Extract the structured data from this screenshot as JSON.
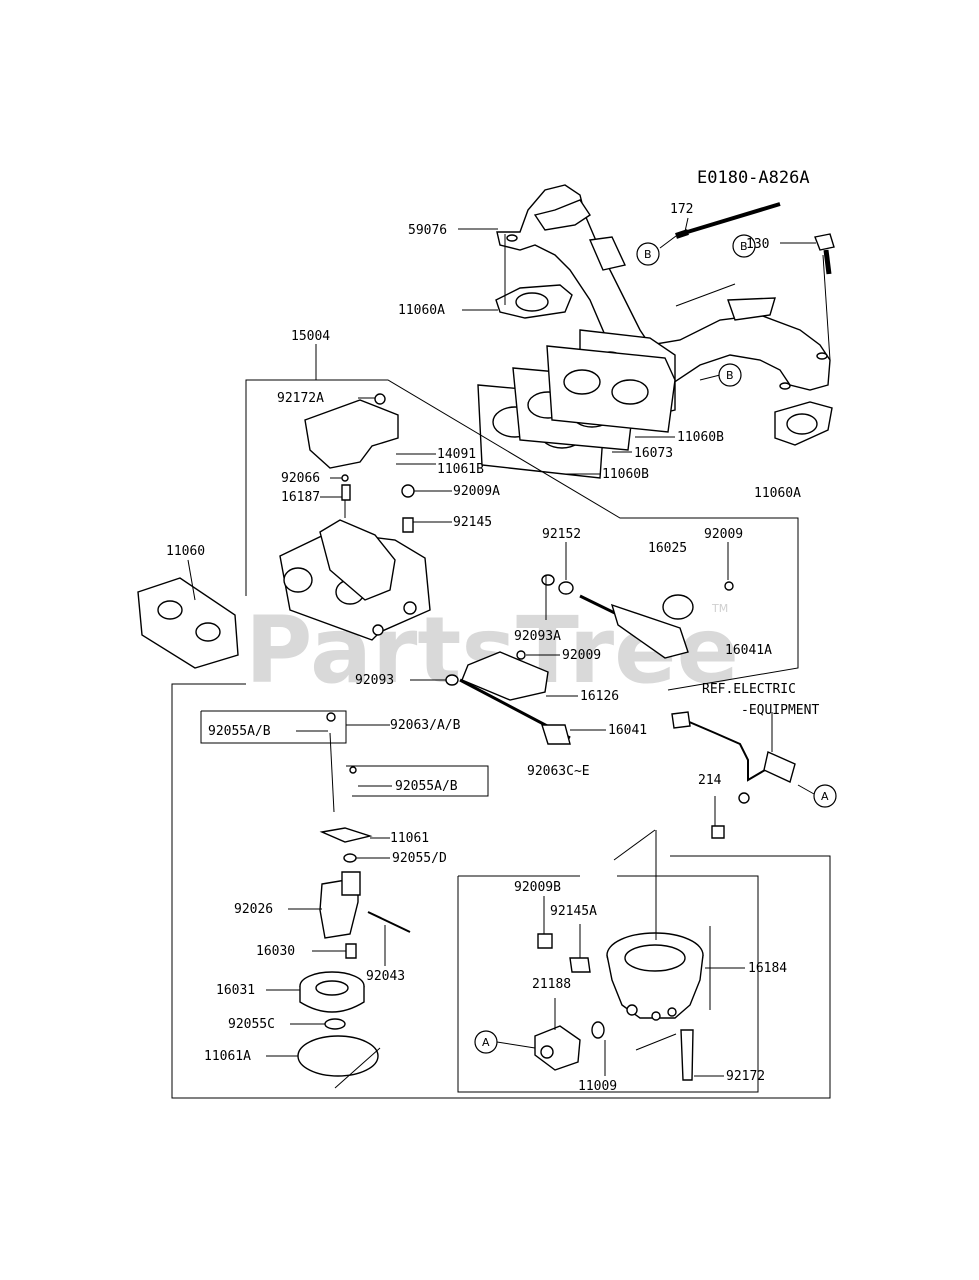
{
  "diagram_code": "E0180-A826A",
  "watermark": "PartsTree",
  "watermark_mark": "TM",
  "labels": {
    "p172": "172",
    "p59076": "59076",
    "p130": "130",
    "p11060A_top": "11060A",
    "p15004": "15004",
    "p92172A": "92172A",
    "p11060B_1": "11060B",
    "p16073": "16073",
    "p14091": "14091",
    "p11061B": "11061B",
    "p11060B_2": "11060B",
    "p92066": "92066",
    "p11060A_right": "11060A",
    "p16187": "16187",
    "p92009A": "92009A",
    "p92145": "92145",
    "p92152": "92152",
    "p92009_top": "92009",
    "p16025": "16025",
    "p11060": "11060",
    "p92093A": "92093A",
    "p92009_mid": "92009",
    "p16041A": "16041A",
    "p92093": "92093",
    "p16126": "16126",
    "ref_electric": "REF.ELECTRIC",
    "equipment": "-EQUIPMENT",
    "p92055AB_1": "92055A/B",
    "p92063AB": "92063/A/B",
    "p16041": "16041",
    "p92063CE": "92063C~E",
    "p92055AB_2": "92055A/B",
    "p214": "214",
    "p11061": "11061",
    "p92055D": "92055/D",
    "p92009B": "92009B",
    "p92145A": "92145A",
    "p92026": "92026",
    "p16184": "16184",
    "p21188": "21188",
    "p16030": "16030",
    "p92043": "92043",
    "p16031": "16031",
    "p92055C": "92055C",
    "p11061A": "11061A",
    "p92172": "92172",
    "p11009": "11009"
  },
  "refs": {
    "a": "A",
    "b": "B"
  }
}
